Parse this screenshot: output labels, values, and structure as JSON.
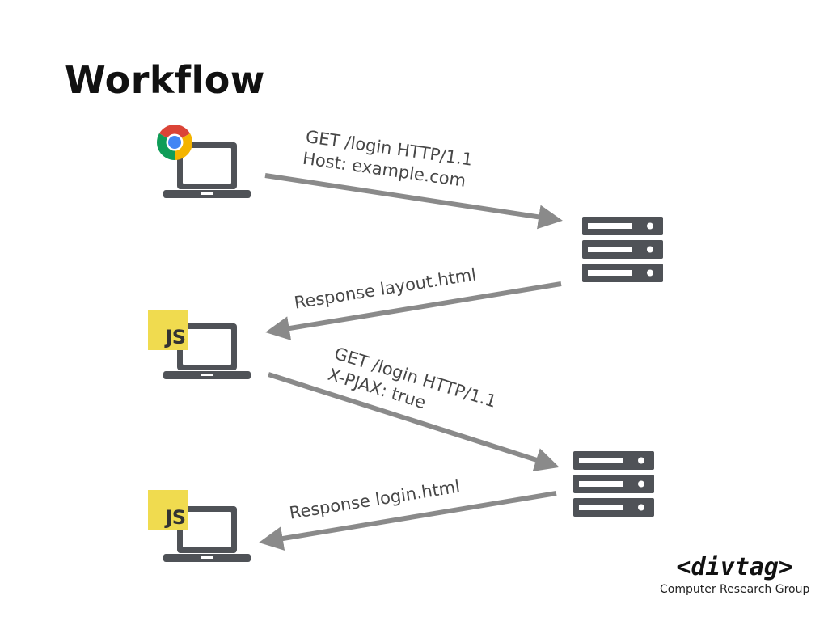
{
  "slide": {
    "title": "Workflow"
  },
  "icons": {
    "browser": "chrome-icon",
    "client": "laptop-icon",
    "server": "server-icon",
    "script_badge": "js-badge"
  },
  "badges": {
    "js_label": "JS"
  },
  "colors": {
    "arrow": "#8a8a8a",
    "device": "#4f5257",
    "js_yellow": "#f0db4f"
  },
  "messages": [
    {
      "lines": [
        "GET /login HTTP/1.1",
        "Host: example.com"
      ],
      "direction": "client-to-server"
    },
    {
      "lines": [
        "Response layout.html"
      ],
      "direction": "server-to-client"
    },
    {
      "lines": [
        "GET /login HTTP/1.1",
        "X-PJAX: true"
      ],
      "direction": "client-to-server"
    },
    {
      "lines": [
        "Response login.html"
      ],
      "direction": "server-to-client"
    }
  ],
  "footer": {
    "brand": "<divtag>",
    "org": "Computer Research Group"
  }
}
